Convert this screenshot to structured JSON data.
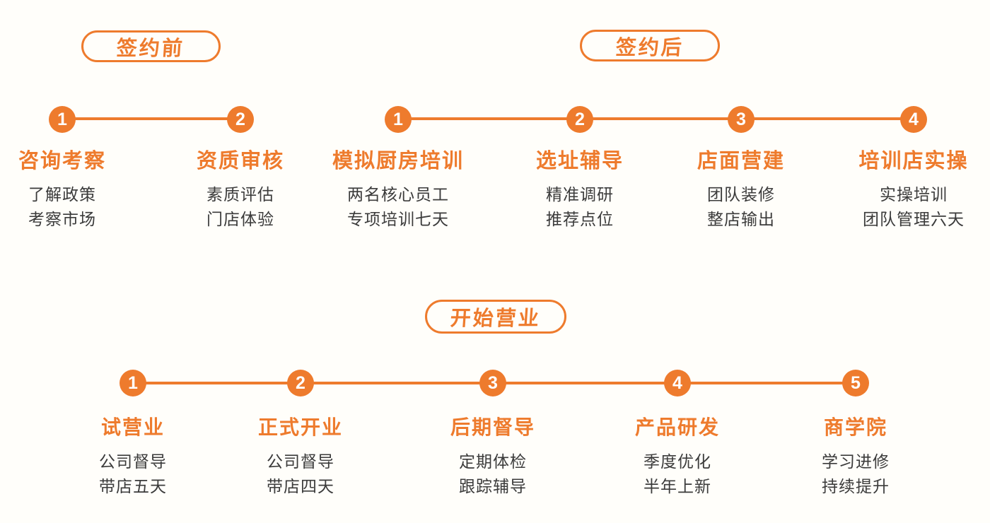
{
  "page": {
    "background": "#FFFEFA",
    "accent": "#EE7B2D",
    "text_color": "#3B3B3B"
  },
  "sections": [
    {
      "pill": "签约前",
      "steps": [
        {
          "num": "1",
          "title": "咨询考察",
          "desc": [
            "了解政策",
            "考察市场"
          ]
        },
        {
          "num": "2",
          "title": "资质审核",
          "desc": [
            "素质评估",
            "门店体验"
          ]
        }
      ]
    },
    {
      "pill": "签约后",
      "steps": [
        {
          "num": "1",
          "title": "模拟厨房培训",
          "desc": [
            "两名核心员工",
            "专项培训七天"
          ]
        },
        {
          "num": "2",
          "title": "选址辅导",
          "desc": [
            "精准调研",
            "推荐点位"
          ]
        },
        {
          "num": "3",
          "title": "店面营建",
          "desc": [
            "团队装修",
            "整店输出"
          ]
        },
        {
          "num": "4",
          "title": "培训店实操",
          "desc": [
            "实操培训",
            "团队管理六天"
          ]
        }
      ]
    },
    {
      "pill": "开始营业",
      "steps": [
        {
          "num": "1",
          "title": "试营业",
          "desc": [
            "公司督导",
            "带店五天"
          ]
        },
        {
          "num": "2",
          "title": "正式开业",
          "desc": [
            "公司督导",
            "带店四天"
          ]
        },
        {
          "num": "3",
          "title": "后期督导",
          "desc": [
            "定期体检",
            "跟踪辅导"
          ]
        },
        {
          "num": "4",
          "title": "产品研发",
          "desc": [
            "季度优化",
            "半年上新"
          ]
        },
        {
          "num": "5",
          "title": "商学院",
          "desc": [
            "学习进修",
            "持续提升"
          ]
        }
      ]
    }
  ]
}
